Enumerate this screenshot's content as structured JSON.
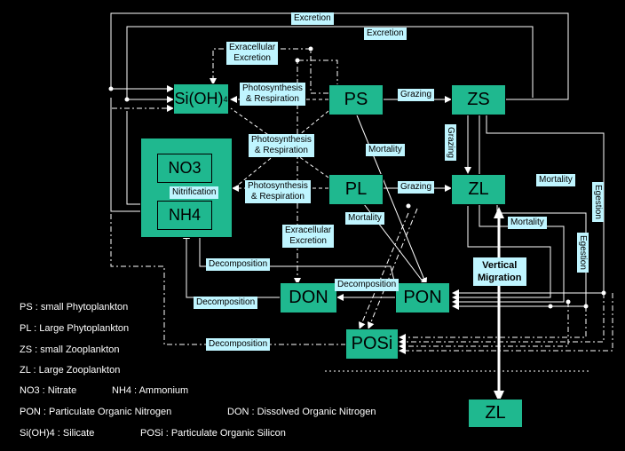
{
  "nodes": {
    "sioh": "Si(OH)",
    "sioh_sub": "4",
    "ps": "PS",
    "zs": "ZS",
    "no3": "NO3",
    "nh4": "NH4",
    "pl": "PL",
    "zl": "ZL",
    "don": "DON",
    "pon": "PON",
    "posi": "POSi",
    "zl_deep": "ZL"
  },
  "labels": {
    "excretion_top": "Excretion",
    "excretion_2": "Excretion",
    "exracellular_top": "Exracellular\nExcretion",
    "photosynthesis_1": "Photosynthesis\n& Respiration",
    "photosynthesis_2": "Photosynthesis\n& Respiration",
    "photosynthesis_3": "Photosynthesis\n& Respiration",
    "grazing_1": "Grazing",
    "grazing_2": "Grazing",
    "grazing_v": "Grazing",
    "mortality_ps": "Mortality",
    "mortality_pl": "Mortality",
    "mortality_zs": "Mortality",
    "mortality_zl": "Mortality",
    "egestion_1": "Egestion",
    "egestion_2": "Egestion",
    "nitrification": "Nitrification",
    "exracellular_mid": "Exracellular\nExcretion",
    "decomposition_1": "Decomposition",
    "decomposition_2": "Decomposition",
    "decomposition_3": "Decomposition",
    "decomposition_4": "Decomposition",
    "vertical_migration": "Vertical\nMigration"
  },
  "legend": {
    "ps": "PS : small Phytoplankton",
    "pl": "PL : Large Phytoplankton",
    "zs": "ZS : small Zooplankton",
    "zl": "ZL : Large Zooplankton",
    "no3": "NO3 : Nitrate",
    "nh4": "NH4 : Ammonium",
    "pon": "PON : Particulate Organic Nitrogen",
    "don": "DON : Dissolved Organic Nitrogen",
    "sioh": "Si(OH)4 : Silicate",
    "posi": "POSi : Particulate Organic Silicon"
  },
  "colors": {
    "box": "#1fb88f",
    "label_bg": "#bff5ff",
    "background": "#000000",
    "line": "#ffffff"
  }
}
